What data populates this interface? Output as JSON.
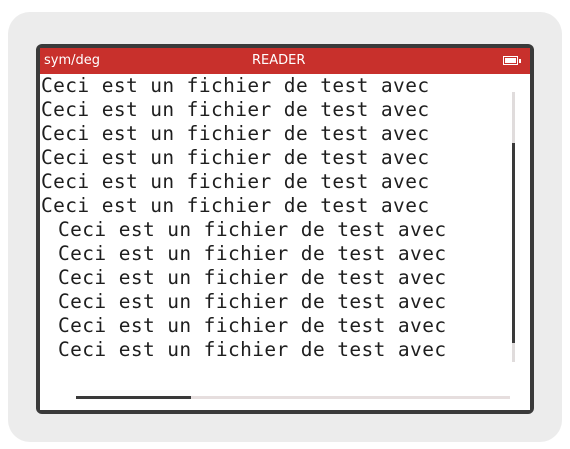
{
  "titlebar": {
    "mode": "sym/deg",
    "app": "READER",
    "battery_icon": "battery-full-icon"
  },
  "lines": [
    "Ceci est un fichier de test avec",
    "Ceci est un fichier de test avec",
    "Ceci est un fichier de test avec",
    "Ceci est un fichier de test avec",
    "Ceci est un fichier de test avec",
    "Ceci est un fichier de test avec",
    "Ceci est un fichier de test avec",
    "Ceci est un fichier de test avec",
    "Ceci est un fichier de test avec",
    "Ceci est un fichier de test avec",
    "Ceci est un fichier de test avec",
    "Ceci est un fichier de test avec"
  ],
  "colors": {
    "titlebar": "#c8302c",
    "text": "#1e1e1e",
    "scrollbar": "#3a3a3a"
  }
}
